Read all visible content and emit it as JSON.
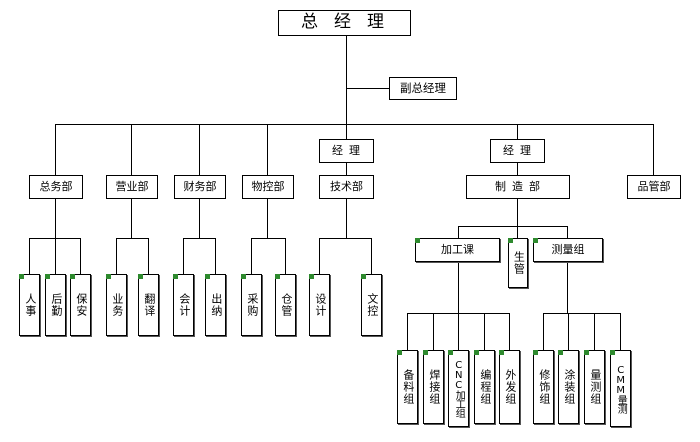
{
  "diagram": {
    "general_manager": "总经理",
    "deputy_general_manager": "副总经理",
    "manager_left": "经理",
    "manager_right": "经理",
    "departments": {
      "general_affairs": "总务部",
      "sales": "营业部",
      "finance": "财务部",
      "materials": "物控部",
      "technology": "技术部",
      "manufacturing": "制造部",
      "quality": "品管部"
    },
    "sections": {
      "personnel": "人事",
      "logistics": "后勤",
      "security": "保安",
      "business": "业务",
      "translation": "翻译",
      "accounting": "会计",
      "cashier": "出纳",
      "purchasing": "采购",
      "warehouse": "仓管",
      "design": "设计",
      "documentation": "文控",
      "processing": "加工课",
      "production_control": "生管",
      "measurement": "测量组"
    },
    "groups": {
      "material_prep": "备料组",
      "welding": "焊接组",
      "cnc": "CNC加工组",
      "programming": "编程组",
      "outsourcing": "外发组",
      "finishing": "修饰组",
      "coating": "涂装组",
      "metrology": "量测组",
      "cmm": "CMM量测"
    }
  }
}
